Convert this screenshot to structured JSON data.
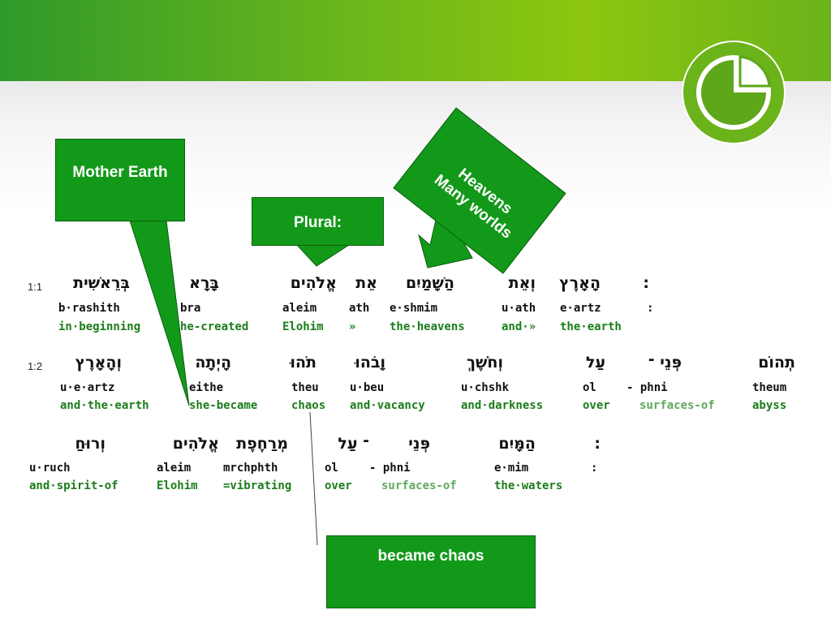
{
  "callouts": {
    "mother_earth": "Mother Earth",
    "plural": "Plural:",
    "heavens_line1": "Heavens",
    "heavens_line2": "Many worlds",
    "became_chaos": "became chaos"
  },
  "verses": [
    {
      "ref": "1:1",
      "words": [
        {
          "heb": "בְּרֵאשִׁית",
          "tr": "b·rashith",
          "en": "in·beginning"
        },
        {
          "heb": "בָּרָא",
          "tr": "bra",
          "en": "he-created"
        },
        {
          "heb": "אֱלֹהִים",
          "tr": "aleim",
          "en": "Elohim"
        },
        {
          "heb": "אֵת",
          "tr": "ath",
          "en": "»"
        },
        {
          "heb": "הַשָּׁמַיִם",
          "tr": "e·shmim",
          "en": "the·heavens"
        },
        {
          "heb": "וְאֵת",
          "tr": "u·ath",
          "en": "and·»"
        },
        {
          "heb": "הָאָרֶץ",
          "tr": "e·artz",
          "en": "the·earth"
        },
        {
          "heb": ":",
          "tr": ":",
          "en": ""
        }
      ]
    },
    {
      "ref": "1:2",
      "words": [
        {
          "heb": "וְהָאָרֶץ",
          "tr": "u·e·artz",
          "en": "and·the·earth"
        },
        {
          "heb": "הָיְתָה",
          "tr": "eithe",
          "en": "she-became"
        },
        {
          "heb": "תֹהוּ",
          "tr": "theu",
          "en": "chaos"
        },
        {
          "heb": "וָבֹהוּ",
          "tr": "u·beu",
          "en": "and·vacancy"
        },
        {
          "heb": "וְחֹשֶׁךְ",
          "tr": "u·chshk",
          "en": "and·darkness"
        },
        {
          "heb": "עַל",
          "tr": "ol",
          "en": "over"
        },
        {
          "heb": "פְּנֵי ־",
          "tr": "- phni",
          "en": "surfaces-of"
        },
        {
          "heb": "תְהוֹם",
          "tr": "theum",
          "en": "abyss"
        }
      ]
    },
    {
      "ref": "",
      "words": [
        {
          "heb": "וְרוּחַ",
          "tr": "u·ruch",
          "en": "and·spirit-of"
        },
        {
          "heb": "אֱלֹהִים",
          "tr": "aleim",
          "en": "Elohim"
        },
        {
          "heb": "מְרַחֶפֶת",
          "tr": "mrchphth",
          "en": "=vibrating"
        },
        {
          "heb": "־ עַל",
          "tr": "ol",
          "en": "over"
        },
        {
          "heb": "פְּנֵי",
          "tr": "- phni",
          "en": "surfaces-of"
        },
        {
          "heb": "הַמָּיִם",
          "tr": "e·mim",
          "en": "the·waters"
        },
        {
          "heb": ":",
          "tr": ":",
          "en": ""
        }
      ]
    }
  ]
}
